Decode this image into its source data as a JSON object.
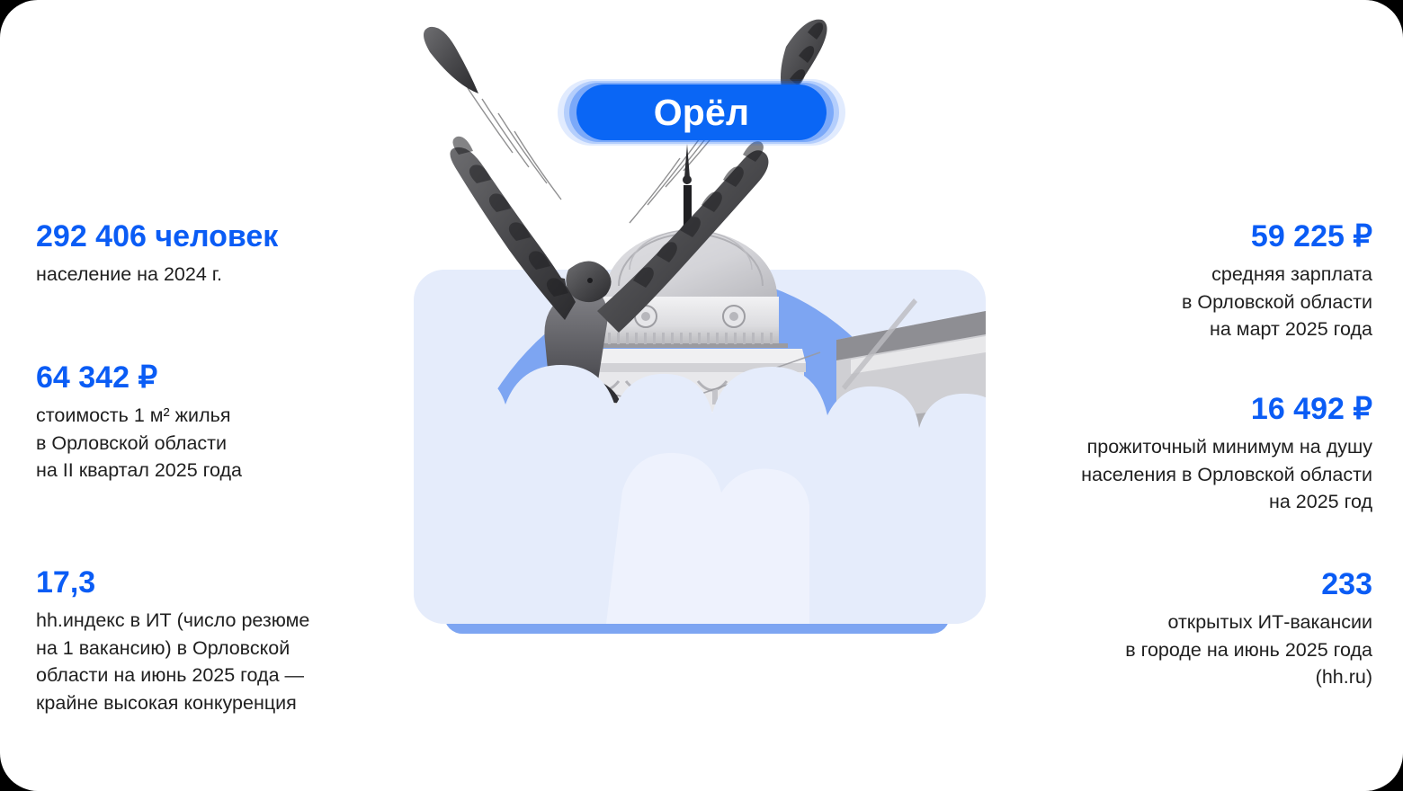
{
  "meta": {
    "card_background": "#ffffff",
    "page_background": "#000000",
    "accent_blue": "#0a5cf5",
    "badge_blue": "#0a66f5",
    "arc_blue": "#7da5f2",
    "cloud_blue": "#e5ecfb",
    "body_text_color": "#1f1f1f"
  },
  "badge": {
    "label": "Орёл"
  },
  "illustration": {
    "icons": [
      "eagle-statue-icon",
      "rotunda-building-icon",
      "church-spire-icon",
      "cloud-icon"
    ]
  },
  "stats": {
    "left": [
      {
        "value": "292 406 человек",
        "lines": [
          "население на 2024 г."
        ]
      },
      {
        "value": "64 342 ₽",
        "lines": [
          "стоимость 1 м² жилья",
          "в Орловской области",
          "на II квартал 2025 года"
        ]
      },
      {
        "value": "17,3",
        "lines": [
          "hh.индекс в ИТ (число резюме",
          "на 1 вакансию) в Орловской",
          "области на июнь 2025 года —",
          "крайне высокая конкуренция"
        ]
      }
    ],
    "right": [
      {
        "value": "59 225 ₽",
        "lines": [
          "средняя зарплата",
          "в Орловской области",
          "на март 2025 года"
        ]
      },
      {
        "value": "16 492 ₽",
        "lines": [
          "прожиточный минимум на душу",
          "населения в Орловской области",
          "на 2025 год"
        ]
      },
      {
        "value": "233",
        "lines": [
          "открытых ИТ-вакансии",
          "в городе на июнь 2025 года",
          "(hh.ru)"
        ]
      }
    ]
  }
}
